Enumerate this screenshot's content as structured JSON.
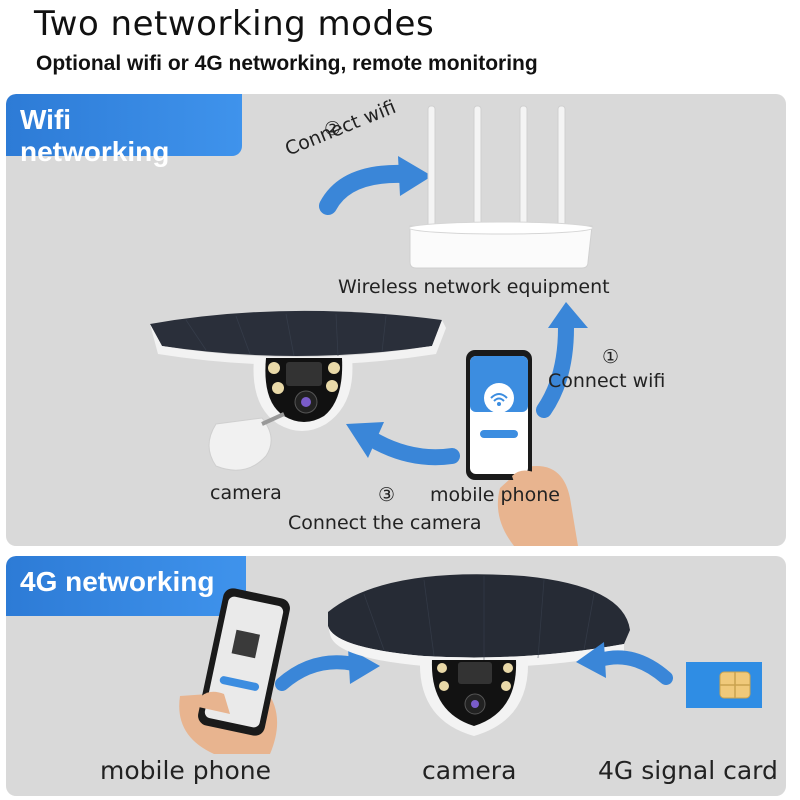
{
  "header": {
    "title": "Two networking modes",
    "subtitle": "Optional wifi or 4G networking, remote monitoring"
  },
  "wifi_panel": {
    "tag": "Wifi networking",
    "step2_num": "②",
    "step2_text": "Connect wifi",
    "router_label": "Wireless network equipment",
    "step1_num": "①",
    "step1_text": "Connect wifi",
    "camera_label": "camera",
    "step3_num": "③",
    "phone_label": "mobile phone",
    "step3_text": "Connect the camera"
  },
  "g4_panel": {
    "tag": "4G networking",
    "phone_label": "mobile phone",
    "camera_label": "camera",
    "sim_label": "4G signal card"
  },
  "colors": {
    "accent_blue": "#2d7bd6",
    "arrow_blue": "#3a86d8",
    "panel_gray": "#d9d9d9",
    "sim_blue": "#2f8de4",
    "sim_chip": "#f0c97a"
  }
}
